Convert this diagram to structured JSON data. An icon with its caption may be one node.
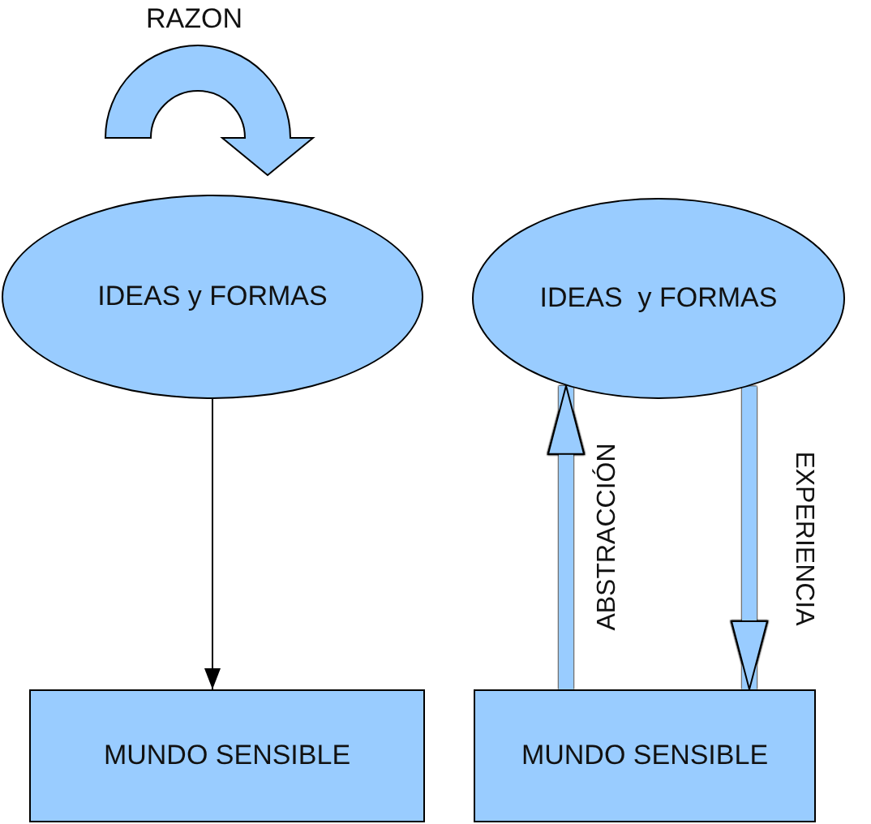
{
  "diagram": {
    "nodes": [
      {
        "text": [
          "IDEAS y FORMAS"
        ]
      },
      {
        "text": [
          "IDEAS  y FORMAS"
        ]
      },
      {
        "text": [
          "MUNDO SENSIBLE"
        ]
      },
      {
        "text": [
          "MUNDO SENSIBLE"
        ]
      }
    ],
    "edges": [
      {
        "from": 0,
        "to": 2,
        "arrow": "to",
        "color": "#000000"
      },
      {
        "from": 3,
        "to": 1,
        "arrow": "to",
        "label": "ABSTRACCIÓN"
      },
      {
        "from": 1,
        "to": 3,
        "arrow": "to",
        "label": "EXPERIENCIA"
      }
    ],
    "labels": [
      "RAZON"
    ]
  }
}
